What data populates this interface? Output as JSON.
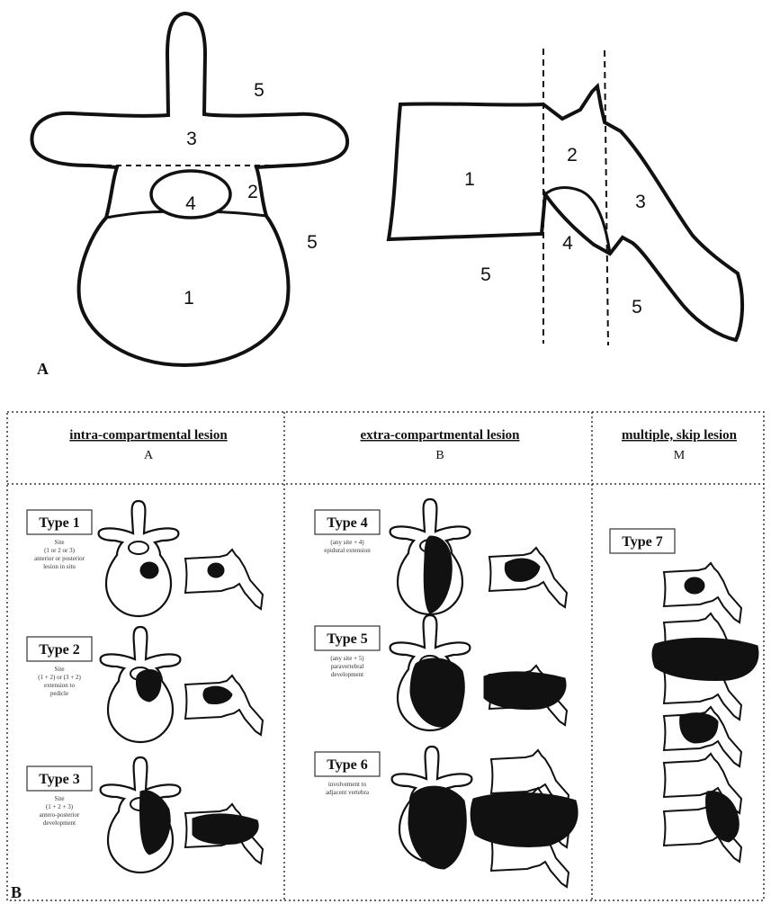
{
  "top": {
    "panel_letter": "A",
    "axial_labels": {
      "body": "1",
      "pedicle": "2",
      "posterior": "3",
      "canal": "4",
      "outside_upper": "5",
      "outside_lower": "5"
    },
    "lateral_labels": {
      "body": "1",
      "pedicle": "2",
      "posterior": "3",
      "canal": "4",
      "outside_left": "5",
      "outside_right": "5"
    }
  },
  "bottom": {
    "panel_letter": "B",
    "columns": [
      {
        "header": "intra-compartmental lesion",
        "code": "A"
      },
      {
        "header": "extra-compartmental lesion",
        "code": "B"
      },
      {
        "header": "multiple, skip lesion",
        "code": "M"
      }
    ],
    "types": [
      {
        "label": "Type 1",
        "desc": [
          "Site",
          "(1 or 2 or 3)",
          "anterior or posterior",
          "lesion in situ"
        ]
      },
      {
        "label": "Type 2",
        "desc": [
          "Site",
          "(1 + 2) or (3 + 2)",
          "extension to",
          "pedicle"
        ]
      },
      {
        "label": "Type 3",
        "desc": [
          "Site",
          "(1 + 2 + 3)",
          "antero-posterior",
          "development"
        ]
      },
      {
        "label": "Type 4",
        "desc": [
          "(any site + 4)",
          "epidural extension"
        ]
      },
      {
        "label": "Type 5",
        "desc": [
          "(any site + 5)",
          "paravertebral",
          "development"
        ]
      },
      {
        "label": "Type 6",
        "desc": [
          "involvement to",
          "adjacent vertebra"
        ]
      },
      {
        "label": "Type 7",
        "desc": []
      }
    ]
  }
}
